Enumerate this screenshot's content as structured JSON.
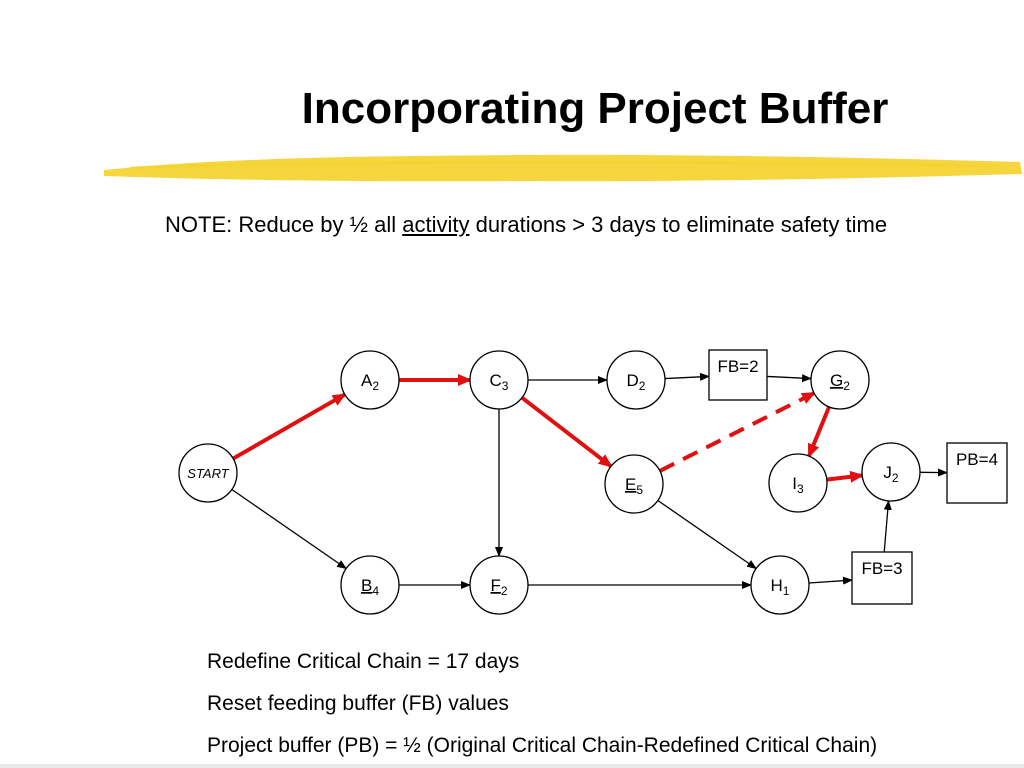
{
  "slide": {
    "title": "Incorporating Project Buffer",
    "note_prefix": "NOTE:  Reduce by ½ all ",
    "note_underlined": "activity",
    "note_suffix": " durations > 3 days to eliminate safety time",
    "bullets": [
      "Redefine Critical Chain = 17 days",
      "Reset feeding buffer (FB) values",
      "Project buffer (PB) = ½ (Original Critical Chain-Redefined Critical Chain)"
    ]
  },
  "colors": {
    "critical": "#e01010",
    "normal": "#000000",
    "highlighter": "#f5d22a"
  },
  "diagram": {
    "start": "START",
    "nodes": [
      {
        "id": "A",
        "letter": "A",
        "sub": "2",
        "underline": false
      },
      {
        "id": "C",
        "letter": "C",
        "sub": "3",
        "underline": false
      },
      {
        "id": "D",
        "letter": "D",
        "sub": "2",
        "underline": false
      },
      {
        "id": "G",
        "letter": "G",
        "sub": "2",
        "underline": true
      },
      {
        "id": "E",
        "letter": "E",
        "sub": "5",
        "underline": true
      },
      {
        "id": "I",
        "letter": "I",
        "sub": "3",
        "underline": false
      },
      {
        "id": "J",
        "letter": "J",
        "sub": "2",
        "underline": false
      },
      {
        "id": "B",
        "letter": "B",
        "sub": "4",
        "underline": true
      },
      {
        "id": "F",
        "letter": "F",
        "sub": "2",
        "underline": true
      },
      {
        "id": "H",
        "letter": "H",
        "sub": "1",
        "underline": false
      }
    ],
    "buffers": [
      {
        "id": "FB1",
        "label": "FB=2"
      },
      {
        "id": "PB",
        "label": "PB=4"
      },
      {
        "id": "FB2",
        "label": "FB=3"
      }
    ],
    "edges": [
      {
        "from": "START",
        "to": "A",
        "critical": true
      },
      {
        "from": "A",
        "to": "C",
        "critical": true
      },
      {
        "from": "C",
        "to": "D",
        "critical": false
      },
      {
        "from": "D",
        "to": "FB1",
        "critical": false
      },
      {
        "from": "FB1",
        "to": "G",
        "critical": false
      },
      {
        "from": "C",
        "to": "E",
        "critical": true
      },
      {
        "from": "E",
        "to": "G",
        "critical": true,
        "dashed": true
      },
      {
        "from": "G",
        "to": "I",
        "critical": true
      },
      {
        "from": "I",
        "to": "J",
        "critical": true
      },
      {
        "from": "J",
        "to": "PB",
        "critical": false
      },
      {
        "from": "START",
        "to": "B",
        "critical": false
      },
      {
        "from": "B",
        "to": "F",
        "critical": false
      },
      {
        "from": "C",
        "to": "F",
        "critical": false
      },
      {
        "from": "F",
        "to": "H",
        "critical": false
      },
      {
        "from": "E",
        "to": "H",
        "critical": false
      },
      {
        "from": "H",
        "to": "FB2",
        "critical": false
      },
      {
        "from": "FB2",
        "to": "J",
        "critical": false
      }
    ]
  }
}
